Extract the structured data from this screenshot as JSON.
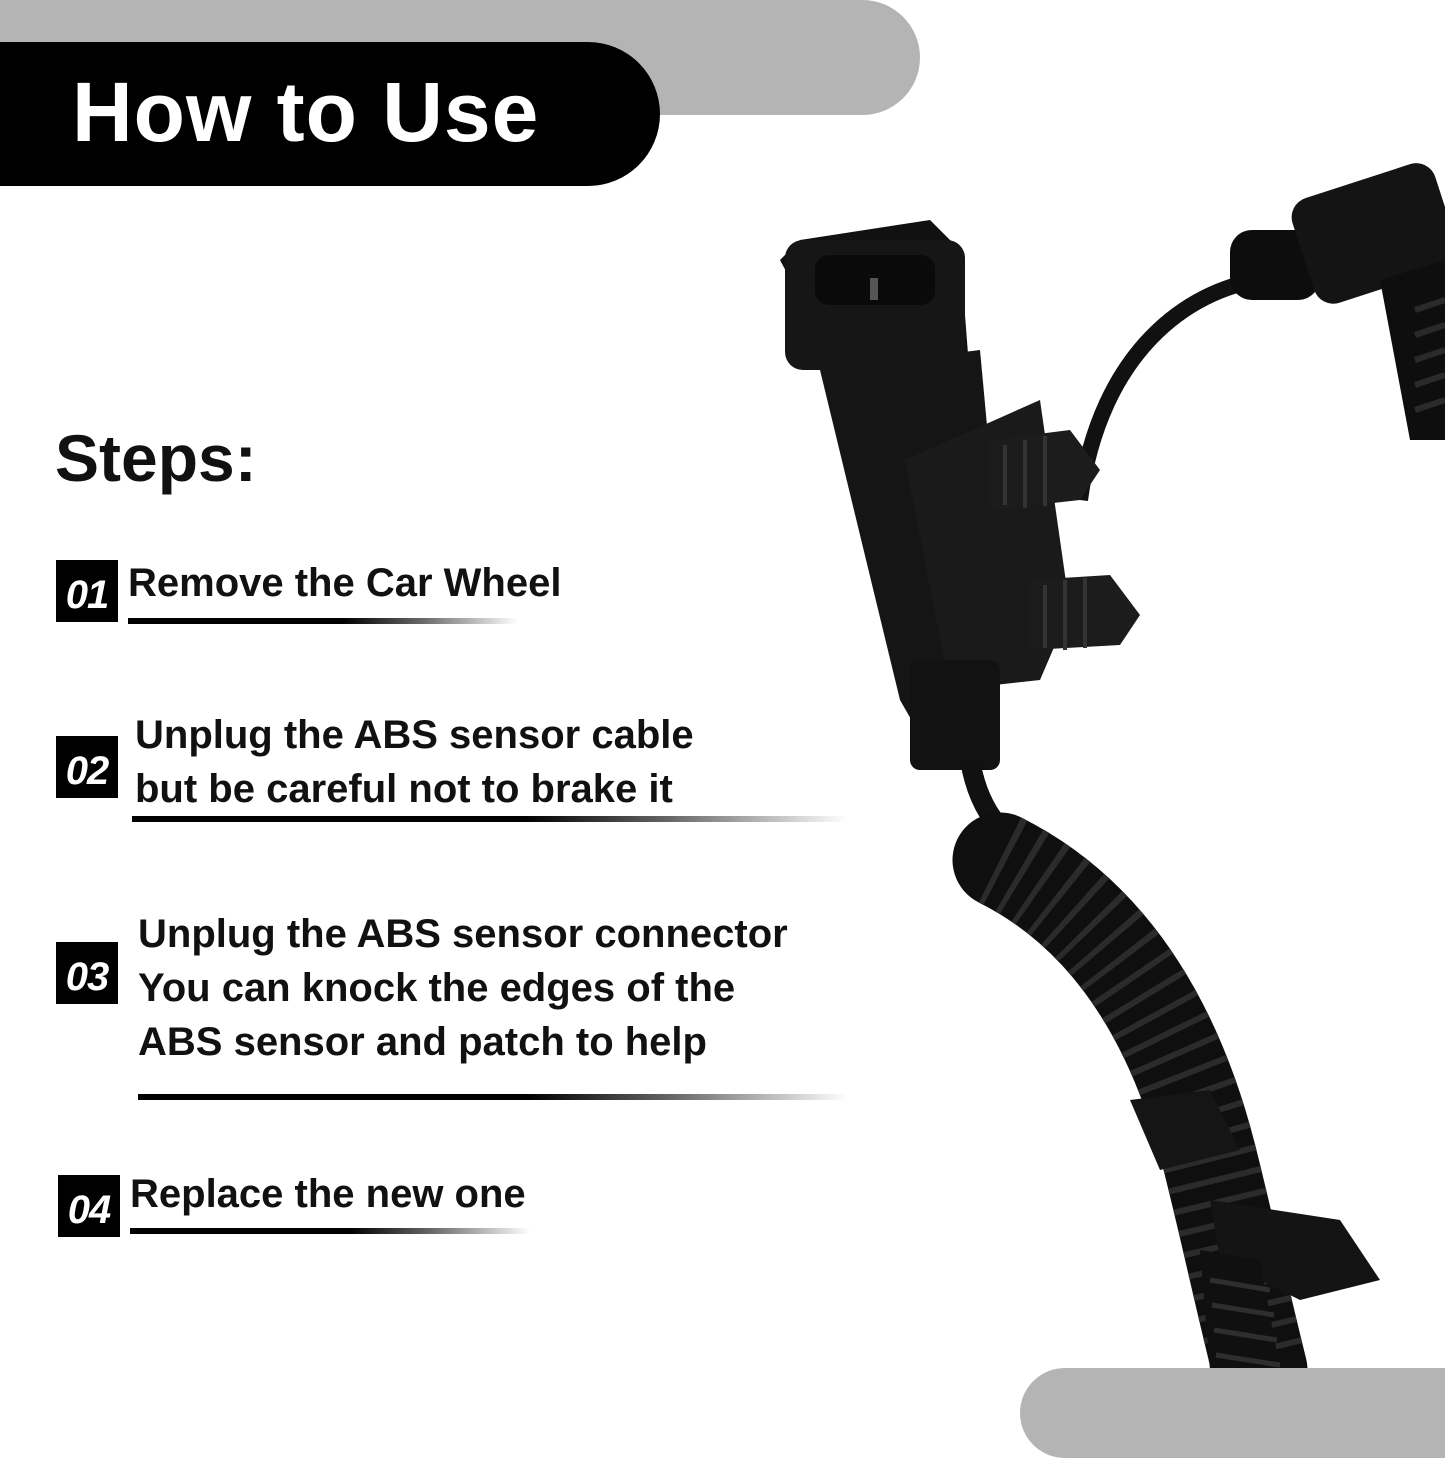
{
  "header": {
    "title": "How to Use"
  },
  "steps_heading": "Steps:",
  "steps": [
    {
      "number": "01",
      "lines": [
        "Remove the Car Wheel"
      ]
    },
    {
      "number": "02",
      "lines": [
        "Unplug the ABS sensor cable",
        "but be careful not to brake it"
      ]
    },
    {
      "number": "03",
      "lines": [
        "Unplug the ABS sensor connector",
        "You can knock the edges of the",
        "ABS sensor and patch to help"
      ]
    },
    {
      "number": "04",
      "lines": [
        "Replace the new one"
      ]
    }
  ],
  "colors": {
    "accent": "#000000",
    "grey_band": "#b4b4b4",
    "background": "#ffffff"
  },
  "image": {
    "subject": "ABS wheel speed sensor cable with connector"
  }
}
